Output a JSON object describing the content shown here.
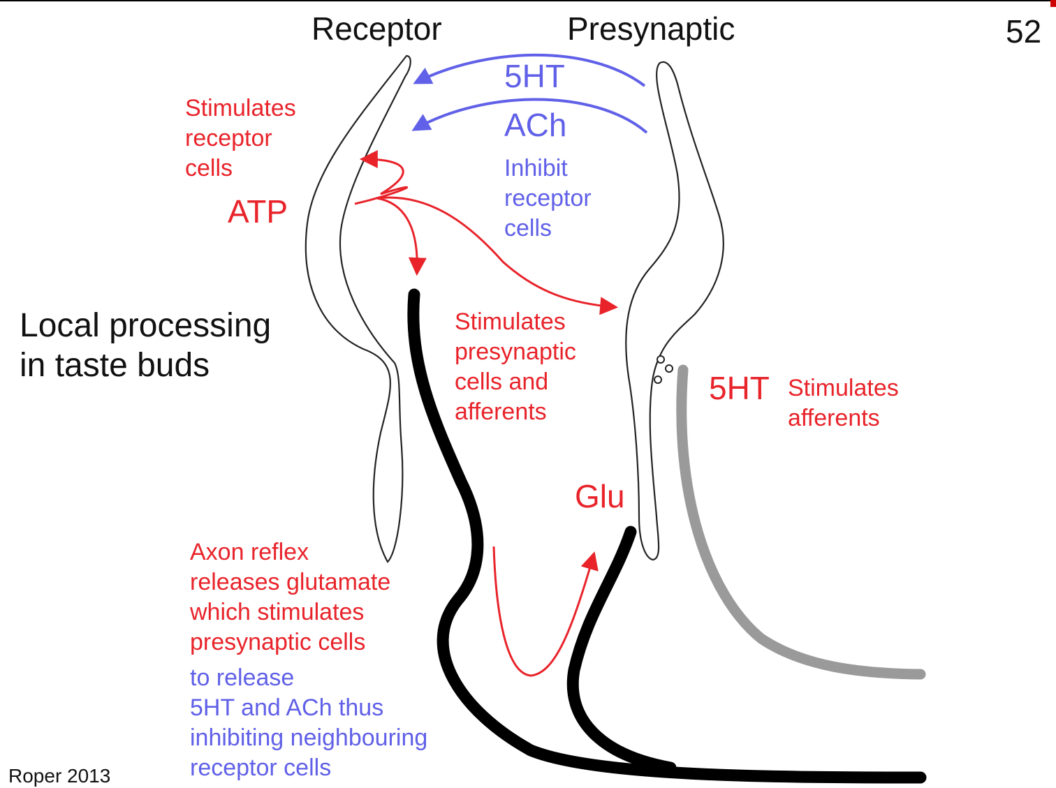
{
  "slide": {
    "page_number": "52",
    "citation": "Roper 2013",
    "title_lines": [
      "Local processing",
      "in taste buds"
    ]
  },
  "cells": {
    "receptor_label": "Receptor",
    "presynaptic_label": "Presynaptic"
  },
  "signals": {
    "serotonin_top": "5HT",
    "acetylcholine": "ACh",
    "atp": "ATP",
    "glutamate": "Glu",
    "serotonin_side": "5HT"
  },
  "annotations": {
    "inhibit_receptor": [
      "Inhibit",
      "receptor",
      "cells"
    ],
    "stimulates_receptor": [
      "Stimulates",
      "receptor",
      "cells"
    ],
    "stimulates_presynaptic": [
      "Stimulates",
      "presynaptic",
      "cells and",
      "afferents"
    ],
    "stimulates_afferents": [
      "Stimulates",
      "afferents"
    ],
    "axon_reflex_red": [
      "Axon reflex",
      "releases glutamate",
      "which stimulates",
      "presynaptic cells"
    ],
    "axon_reflex_blue": [
      "to release",
      "5HT and ACh thus",
      "inhibiting neighbouring",
      "receptor cells"
    ]
  },
  "colors": {
    "stimulatory": "#e8232a",
    "inhibitory": "#6060e8",
    "afferent_primary": "#000000",
    "afferent_secondary": "#9a9a9a",
    "text": "#111111"
  }
}
